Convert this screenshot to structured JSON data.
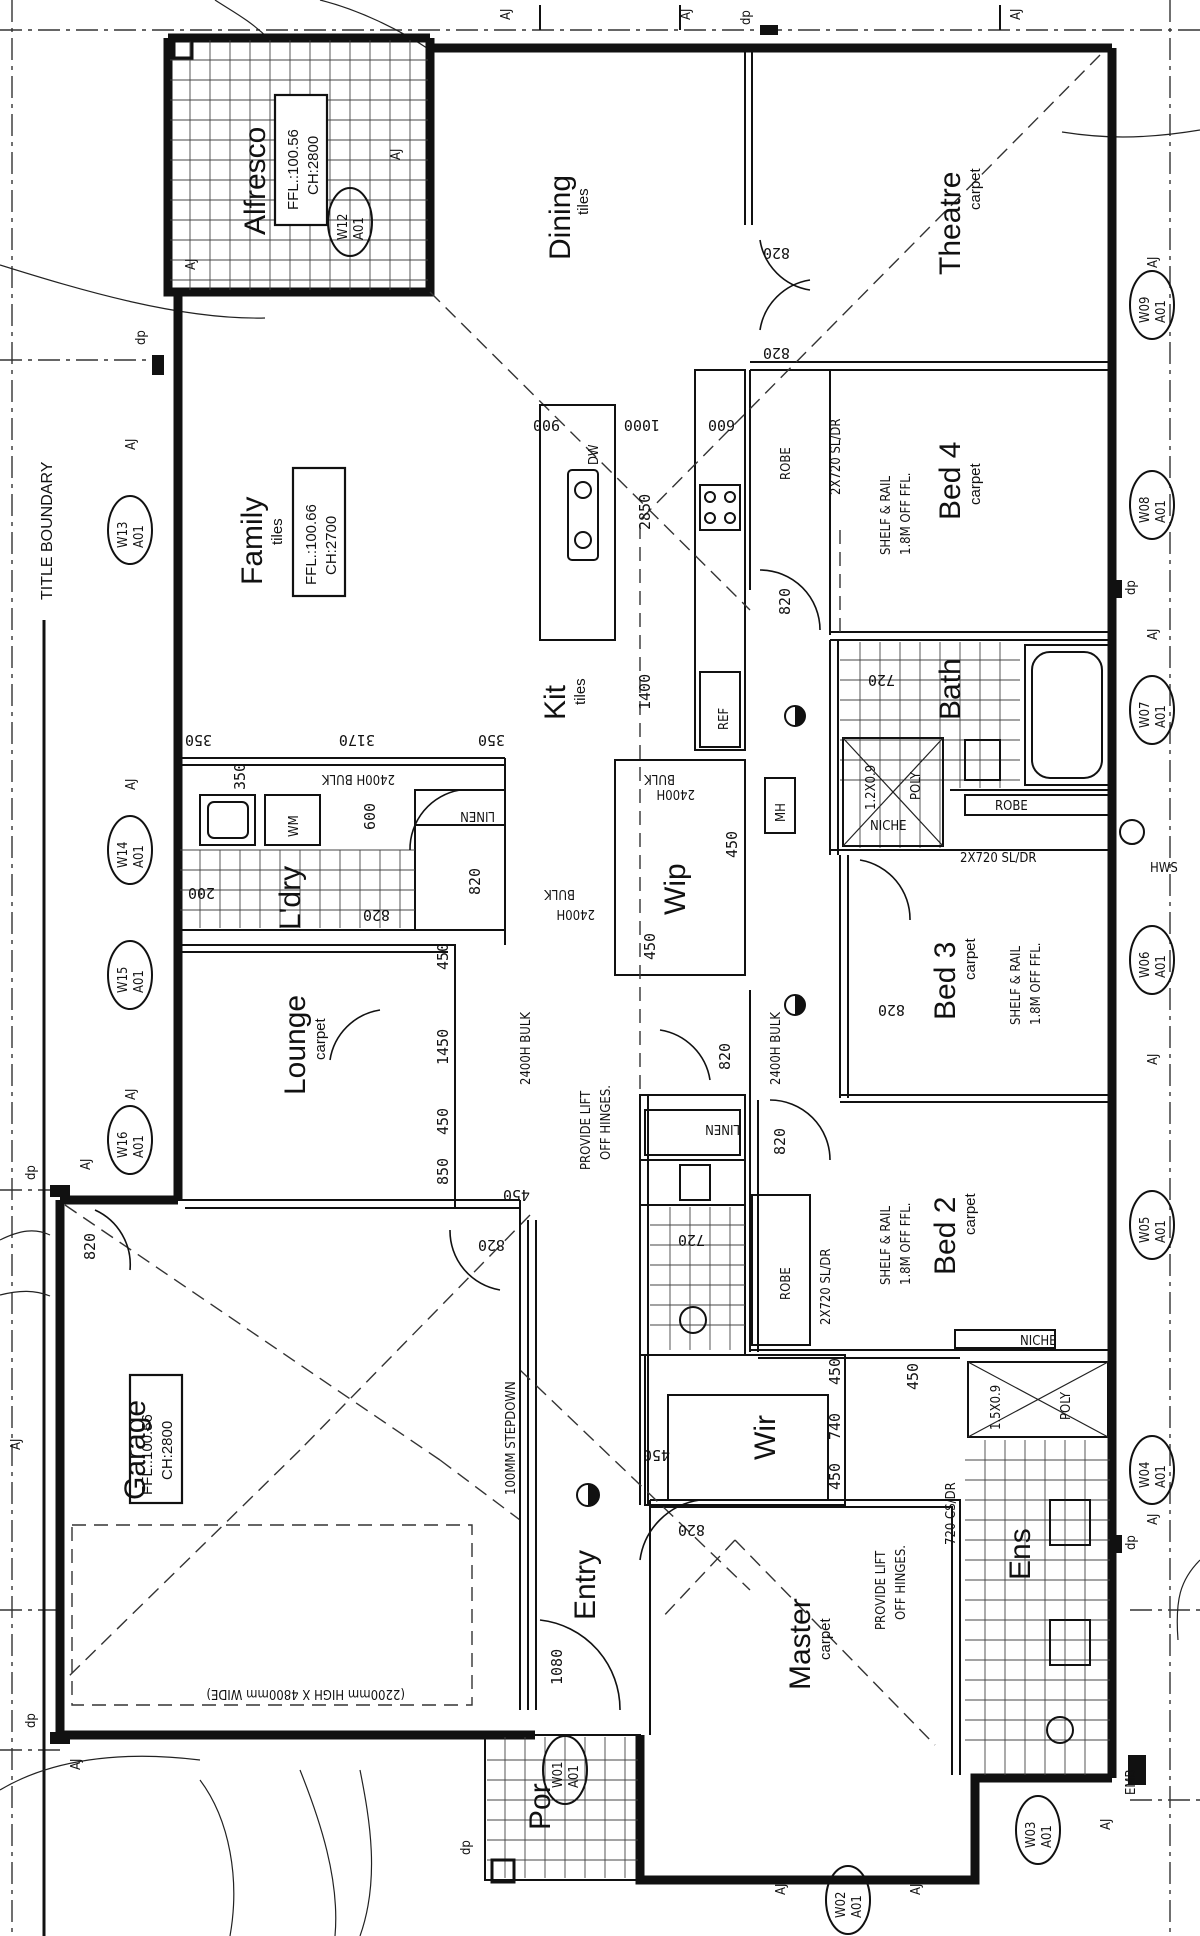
{
  "plan": {
    "title_boundary": "TITLE BOUNDARY",
    "rooms": {
      "alfresco": "Alfresco",
      "dining": "Dining",
      "dining_floor": "tiles",
      "theatre": "Theatre",
      "theatre_floor": "carpet",
      "family": "Family",
      "family_floor": "tiles",
      "kit": "Kit",
      "kit_floor": "tiles",
      "bed4": "Bed 4",
      "bed4_floor": "carpet",
      "bath": "Bath",
      "bed3": "Bed 3",
      "bed3_floor": "carpet",
      "ldry": "L'dry",
      "wip": "Wip",
      "lounge": "Lounge",
      "lounge_floor": "carpet",
      "bed2": "Bed 2",
      "bed2_floor": "carpet",
      "garage": "Garage",
      "wir": "Wir",
      "entry": "Entry",
      "master": "Master",
      "master_floor": "carpet",
      "ens": "Ens",
      "por": "Por"
    },
    "levels": {
      "alfresco_ffl": "FFL.:100.56",
      "alfresco_ch": "CH:2800",
      "family_ffl": "FFL.:100.66",
      "family_ch": "CH:2700",
      "garage_ffl": "FFL.:100.56",
      "garage_ch": "CH:2800"
    },
    "notes": {
      "shelf_rail_line1": "SHELF & RAIL",
      "shelf_rail_line2": "1.8M OFF FFL.",
      "sl_dr": "2X720 SL/DR",
      "robe": "ROBE",
      "bulk_2400h": "2400H BULK",
      "bulk_a": "2400H",
      "bulk_b": "BULK",
      "linen": "LINEN",
      "ref": "REF",
      "wm": "WM",
      "mh": "MH",
      "dw": "DW",
      "poly": "POLY",
      "shower_size": "1.2X0.9",
      "shower_size_ens": "1.5X0.9",
      "niche": "NICHE",
      "hws": "HWS",
      "emb": "EMB",
      "provide_lift_line1": "PROVIDE LIFT",
      "provide_lift_line2": "OFF HINGES.",
      "stepdown": "100MM STEPDOWN",
      "garage_door": "(2200mm HIGH X 4800mm WIDE)",
      "cs_dr": "720 CS/DR",
      "aj": "AJ",
      "dp": "dp",
      "a01": "A01"
    },
    "dimensions": {
      "d820": "820",
      "d900": "900",
      "d1000": "1000",
      "d600": "600",
      "d2850": "2850",
      "d1400": "1400",
      "d350": "350",
      "d3170": "3170",
      "d200": "200",
      "d450": "450",
      "d1450": "1450",
      "d850": "850",
      "d720": "720",
      "d740": "740",
      "d1080": "1080"
    },
    "windows": {
      "w01": "W01",
      "w02": "W02",
      "w03": "W03",
      "w04": "W04",
      "w05": "W05",
      "w06": "W06",
      "w07": "W07",
      "w08": "W08",
      "w09": "W09",
      "w12": "W12",
      "w13": "W13",
      "w14": "W14",
      "w15": "W15",
      "w16": "W16"
    }
  }
}
